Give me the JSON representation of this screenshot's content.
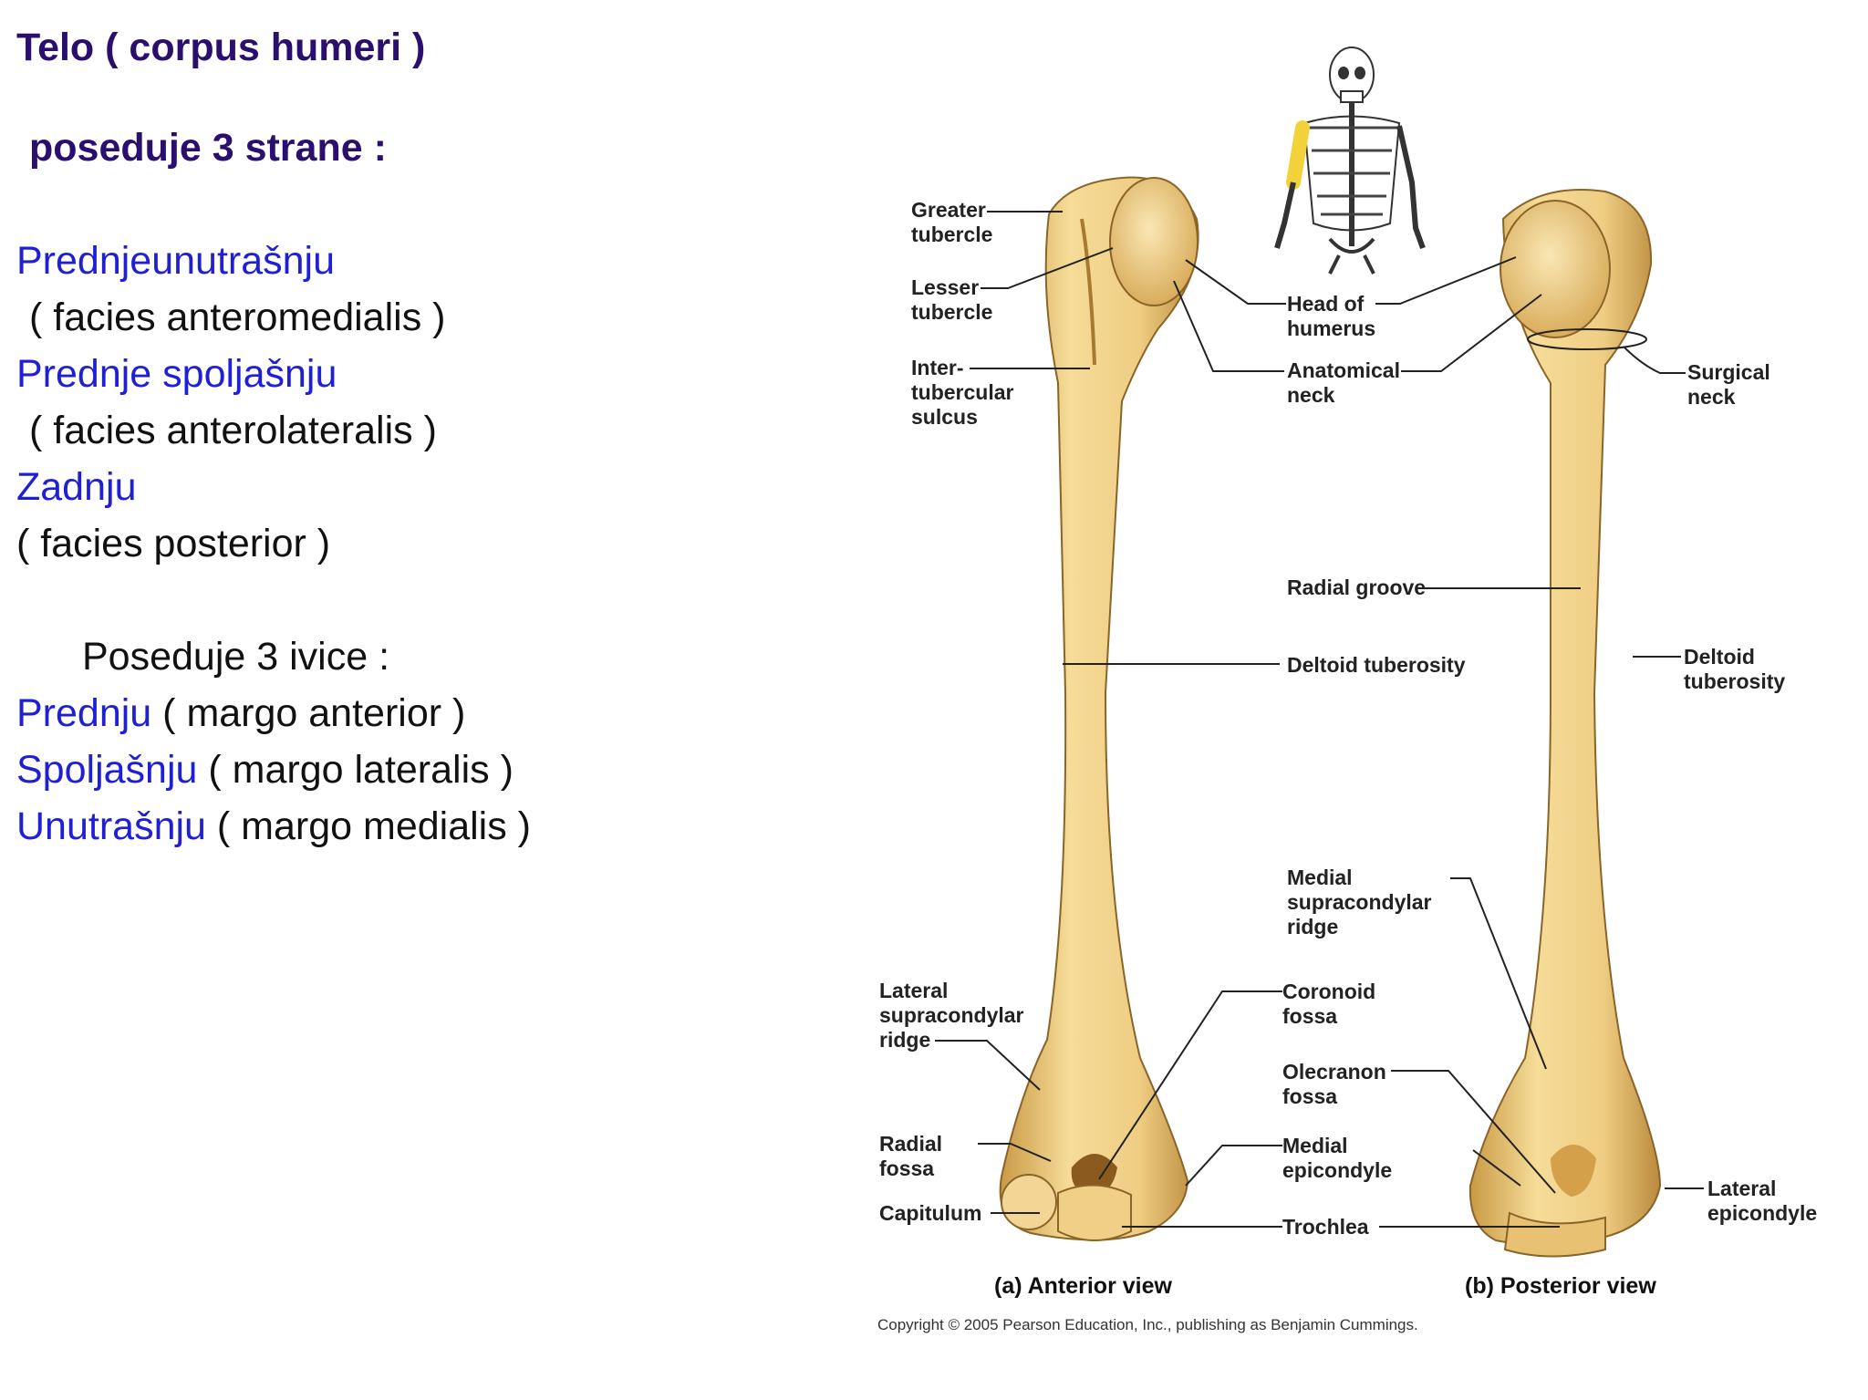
{
  "text": {
    "title": "Telo ( corpus humeri )",
    "subtitle": "poseduje 3 strane :",
    "sides": [
      {
        "name": "Prednjeunutrašnju",
        "latin": "( facies anteromedialis )"
      },
      {
        "name": "Prednje spoljašnju",
        "latin": "( facies anterolateralis )"
      },
      {
        "name": "Zadnju",
        "latin": "( facies posterior )"
      }
    ],
    "edges_heading": "Poseduje 3 ivice :",
    "edges": [
      {
        "name": "Prednju",
        "latin": "( margo anterior )"
      },
      {
        "name": "Spoljašnju",
        "latin": "( margo lateralis )"
      },
      {
        "name": "Unutrašnju",
        "latin": "( margo medialis )"
      }
    ]
  },
  "diagram": {
    "labels": {
      "greater_tubercle": [
        "Greater",
        "tubercle"
      ],
      "lesser_tubercle": [
        "Lesser",
        "tubercle"
      ],
      "intertubercular_sulcus": [
        "Inter-",
        "tubercular",
        "sulcus"
      ],
      "head_of_humerus": [
        "Head of",
        "humerus"
      ],
      "anatomical_neck": [
        "Anatomical",
        "neck"
      ],
      "surgical_neck": [
        "Surgical",
        "neck"
      ],
      "radial_groove": "Radial groove",
      "deltoid_tuberosity_center": "Deltoid tuberosity",
      "deltoid_tuberosity_right": [
        "Deltoid",
        "tuberosity"
      ],
      "medial_supracondylar_ridge": [
        "Medial",
        "supracondylar",
        "ridge"
      ],
      "lateral_supracondylar_ridge": [
        "Lateral",
        "supracondylar",
        "ridge"
      ],
      "coronoid_fossa": [
        "Coronoid",
        "fossa"
      ],
      "olecranon_fossa": [
        "Olecranon",
        "fossa"
      ],
      "radial_fossa": [
        "Radial",
        "fossa"
      ],
      "medial_epicondyle": [
        "Medial",
        "epicondyle"
      ],
      "lateral_epicondyle": [
        "Lateral",
        "epicondyle"
      ],
      "capitulum": "Capitulum",
      "trochlea": "Trochlea"
    },
    "captions": {
      "anterior": "(a) Anterior view",
      "posterior": "(b) Posterior view"
    },
    "copyright": "Copyright © 2005 Pearson Education, Inc., publishing as Benjamin Cummings.",
    "colors": {
      "text_heading": "#2b0f6e",
      "text_blue": "#1f1fd6",
      "bone": "#f0cf86",
      "bone_shadow": "#c99a45",
      "highlight_arm": "#f2d23a"
    }
  }
}
